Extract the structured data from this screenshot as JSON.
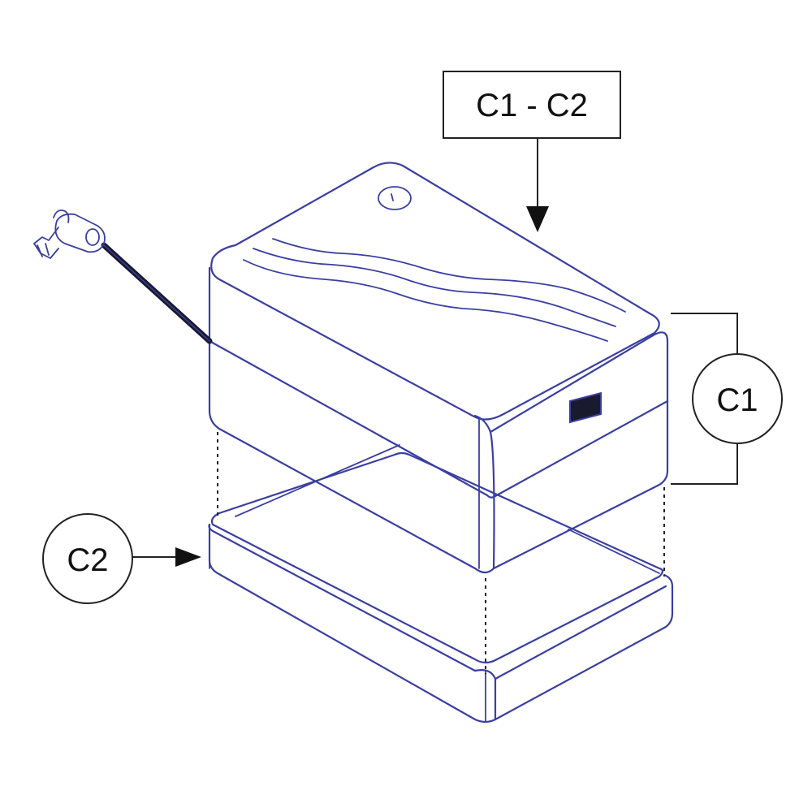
{
  "labels": {
    "assembly": "C1 - C2",
    "cover": "C1",
    "base": "C2"
  },
  "colors": {
    "part_outline": "#3a3fa0",
    "callout": "#111111",
    "cable": "#1a1a2e"
  },
  "icons": {
    "connector": "charger-plug-icon",
    "port": "port-icon",
    "indicator": "indicator-light-icon"
  }
}
